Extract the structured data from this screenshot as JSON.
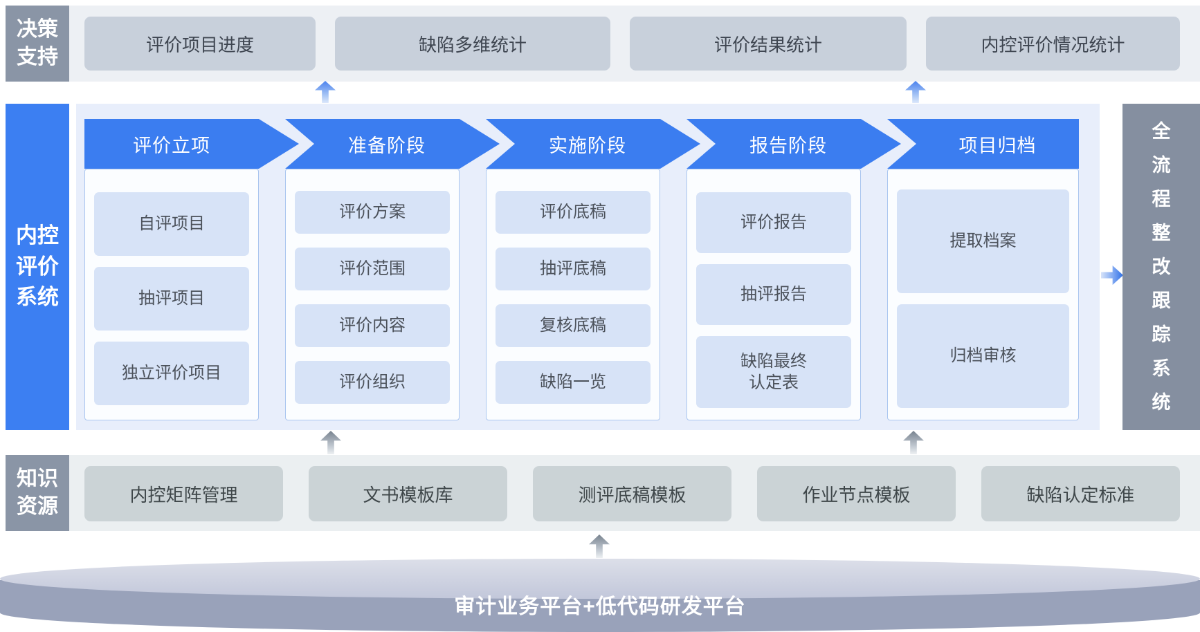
{
  "decision_support": {
    "label": "决策支持",
    "items": [
      "评价项目进度",
      "缺陷多维统计",
      "评价结果统计",
      "内控评价情况统计"
    ]
  },
  "evaluation_system": {
    "label": "内控评价系统",
    "stages": [
      {
        "name": "评价立项",
        "items": [
          "自评项目",
          "抽评项目",
          "独立评价项目"
        ]
      },
      {
        "name": "准备阶段",
        "items": [
          "评价方案",
          "评价范围",
          "评价内容",
          "评价组织"
        ]
      },
      {
        "name": "实施阶段",
        "items": [
          "评价底稿",
          "抽评底稿",
          "复核底稿",
          "缺陷一览"
        ]
      },
      {
        "name": "报告阶段",
        "items": [
          "评价报告",
          "抽评报告",
          "缺陷最终认定表"
        ]
      },
      {
        "name": "项目归档",
        "items": [
          "提取档案",
          "归档审核"
        ]
      }
    ]
  },
  "tracking_system": {
    "label": "全流程整改跟踪系统"
  },
  "knowledge_resources": {
    "label": "知识资源",
    "items": [
      "内控矩阵管理",
      "文书模板库",
      "测评底稿模板",
      "作业节点模板",
      "缺陷认定标准"
    ]
  },
  "platform": {
    "label": "审计业务平台+低代码研发平台"
  },
  "colors": {
    "accent_blue": "#3B7DF0",
    "panel_blue": "#E8EEFB",
    "subbox_blue": "#D7E3F7",
    "label_gray": "#8A95A6",
    "sidebar_gray": "#858FA0",
    "band_gray": "#EDF0F4",
    "decision_box_gray": "#C8D0DB",
    "knowledge_box_gray": "#CBD3D6",
    "cylinder_gray": "#99A2BA"
  }
}
